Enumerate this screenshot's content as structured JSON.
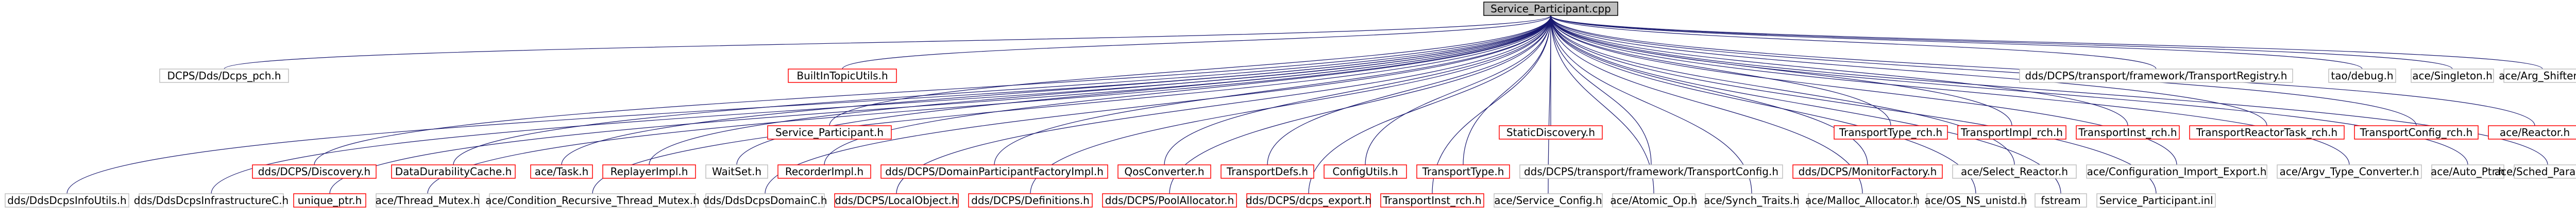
{
  "diagram": {
    "kind": "include-dependency-graph",
    "edge_color": "#191970",
    "root_fill": "#bfbfbf",
    "missing_border": "#ff0000",
    "nodes": [
      {
        "id": "root",
        "label": "Service_Participant.cpp",
        "style": "root"
      },
      {
        "id": "dcpsdcpsipch",
        "label": "DCPS/Dds/Dcps_pch.h",
        "style": "normal"
      },
      {
        "id": "builtintopicutils",
        "label": "BuiltInTopicUtils.h",
        "style": "red"
      },
      {
        "id": "serviceparticipant",
        "label": "Service_Participant.h",
        "style": "red"
      },
      {
        "id": "staticdiscovery",
        "label": "StaticDiscovery.h",
        "style": "red"
      },
      {
        "id": "transportregistry",
        "label": "dds/DCPS/transport/framework/TransportRegistry.h",
        "style": "normal"
      },
      {
        "id": "taodebug",
        "label": "tao/debug.h",
        "style": "normal"
      },
      {
        "id": "acesingleton",
        "label": "ace/Singleton.h",
        "style": "normal"
      },
      {
        "id": "aceargshifter",
        "label": "ace/Arg_Shifter.h",
        "style": "normal"
      },
      {
        "id": "acereactor",
        "label": "ace/Reactor.h",
        "style": "red"
      },
      {
        "id": "aceselectreactor",
        "label": "ace/Select_Reactor.h",
        "style": "normal"
      },
      {
        "id": "aceconfigimport",
        "label": "ace/Configuration_Import_Export.h",
        "style": "normal"
      },
      {
        "id": "aceargvtype",
        "label": "ace/Argv_Type_Converter.h",
        "style": "normal"
      },
      {
        "id": "aceautoptr",
        "label": "ace/Auto_Ptr.h",
        "style": "normal"
      },
      {
        "id": "aceschedparams",
        "label": "ace/Sched_Params.h",
        "style": "normal"
      },
      {
        "id": "acemalloc",
        "label": "ace/Malloc_Allocator.h",
        "style": "normal"
      },
      {
        "id": "aceosns",
        "label": "ace/OS_NS_unistd.h",
        "style": "normal"
      },
      {
        "id": "fstream",
        "label": "fstream",
        "style": "normal"
      },
      {
        "id": "serviceparticipantinl",
        "label": "Service_Participant.inl",
        "style": "normal"
      },
      {
        "id": "transporttypercch",
        "label": "TransportType_rch.h",
        "style": "red"
      },
      {
        "id": "transportimplrch",
        "label": "TransportImpl_rch.h",
        "style": "red"
      },
      {
        "id": "transportinstrch",
        "label": "TransportInst_rch.h",
        "style": "red"
      },
      {
        "id": "transportreactortask",
        "label": "TransportReactorTask_rch.h",
        "style": "red"
      },
      {
        "id": "transportconfigrch",
        "label": "TransportConfig_rch.h",
        "style": "red"
      },
      {
        "id": "dcpsdiscovery",
        "label": "dds/DCPS/Discovery.h",
        "style": "red"
      },
      {
        "id": "datadurability",
        "label": "DataDurabilityCache.h",
        "style": "red"
      },
      {
        "id": "acetask",
        "label": "ace/Task.h",
        "style": "red"
      },
      {
        "id": "replayerimpl",
        "label": "ReplayerImpl.h",
        "style": "red"
      },
      {
        "id": "waitset",
        "label": "WaitSet.h",
        "style": "normal"
      },
      {
        "id": "recorderimpl",
        "label": "RecorderImpl.h",
        "style": "red"
      },
      {
        "id": "domainparticipantfactory",
        "label": "dds/DCPS/DomainParticipantFactoryImpl.h",
        "style": "red"
      },
      {
        "id": "qosconverter",
        "label": "QosConverter.h",
        "style": "red"
      },
      {
        "id": "transportdefs",
        "label": "TransportDefs.h",
        "style": "red"
      },
      {
        "id": "configutils",
        "label": "ConfigUtils.h",
        "style": "red"
      },
      {
        "id": "transporttype",
        "label": "TransportType.h",
        "style": "red"
      },
      {
        "id": "transportconfig",
        "label": "dds/DCPS/transport/framework/TransportConfig.h",
        "style": "normal"
      },
      {
        "id": "monitorfactory",
        "label": "dds/DCPS/MonitorFactory.h",
        "style": "red"
      },
      {
        "id": "ddsdcpsinfoutils",
        "label": "dds/DdsDcpsInfoUtils.h",
        "style": "normal"
      },
      {
        "id": "ddsdcpsinfrastructure",
        "label": "dds/DdsDcpsInfrastructureC.h",
        "style": "normal"
      },
      {
        "id": "uniqueptr",
        "label": "unique_ptr.h",
        "style": "red"
      },
      {
        "id": "acethreadmutex",
        "label": "ace/Thread_Mutex.h",
        "style": "normal"
      },
      {
        "id": "acecondition",
        "label": "ace/Condition_Recursive_Thread_Mutex.h",
        "style": "normal"
      },
      {
        "id": "ddsdcpsdomainc",
        "label": "dds/DdsDcpsDomainC.h",
        "style": "normal"
      },
      {
        "id": "dcpslocalobject",
        "label": "dds/DCPS/LocalObject.h",
        "style": "red"
      },
      {
        "id": "dcpsdefinitions",
        "label": "dds/DCPS/Definitions.h",
        "style": "red"
      },
      {
        "id": "dcpspoolallocator",
        "label": "dds/DCPS/PoolAllocator.h",
        "style": "red"
      },
      {
        "id": "dcpsexport",
        "label": "dds/DCPS/dcps_export.h",
        "style": "red"
      },
      {
        "id": "transportinstrch2",
        "label": "TransportInst_rch.h",
        "style": "red"
      },
      {
        "id": "aceserviceconfig",
        "label": "ace/Service_Config.h",
        "style": "normal"
      },
      {
        "id": "aceatomicop",
        "label": "ace/Atomic_Op.h",
        "style": "normal"
      },
      {
        "id": "acesynchtraits",
        "label": "ace/Synch_Traits.h",
        "style": "normal"
      }
    ]
  }
}
